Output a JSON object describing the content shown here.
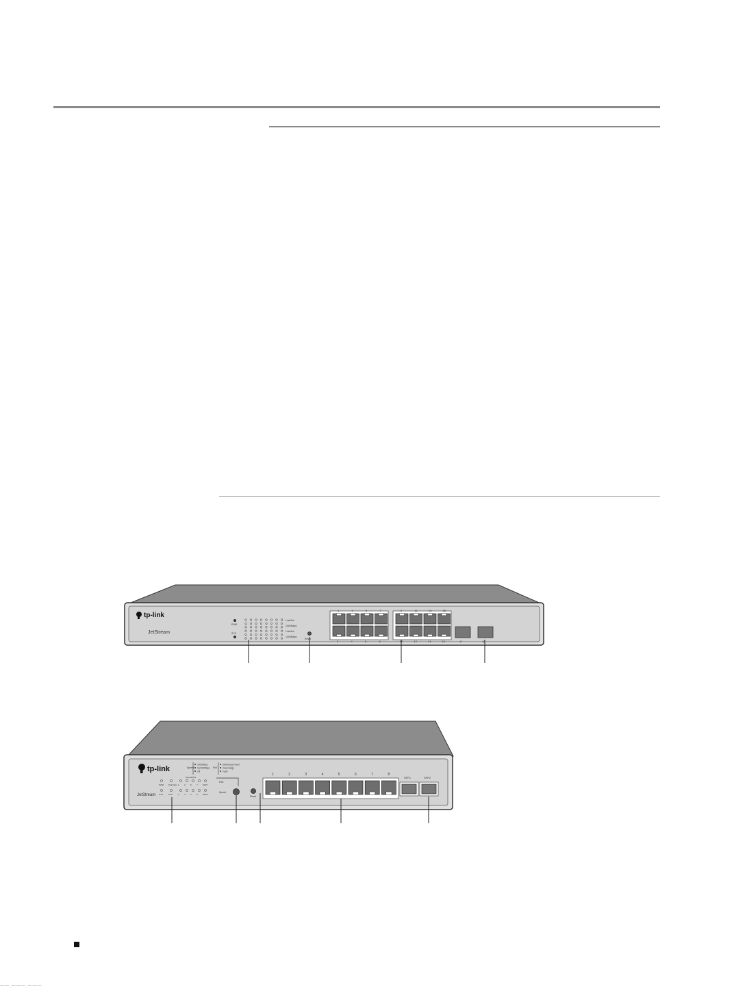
{
  "device1": {
    "brand": "tp-link",
    "sub_brand": "JetStream",
    "led_labels": [
      "PWR",
      "SYS"
    ],
    "legend": [
      "Link/Act",
      "1000Mbps",
      "Link/Act",
      "1000Mbps"
    ],
    "reset_label": "Reset",
    "port_numbers_top": [
      "1",
      "3",
      "5",
      "7",
      "9",
      "11",
      "13",
      "15"
    ],
    "port_numbers_bottom": [
      "2",
      "4",
      "6",
      "8",
      "10",
      "12",
      "14",
      "16"
    ],
    "sfp_numbers": [
      "17",
      "18"
    ]
  },
  "device2": {
    "brand": "tp-link",
    "sub_brand": "JetStream",
    "speed_label": "Speed",
    "speed_legend": [
      "1000Mbps",
      "10/100Mbps",
      "Off"
    ],
    "poe_label": "PoE",
    "poe_legend": [
      "Delivering Power",
      "Overcharge",
      "Fault"
    ],
    "led_top_labels": [
      "PWR",
      "PoE Max",
      "1",
      "3",
      "5",
      "7",
      "SFP1"
    ],
    "led_bottom_labels": [
      "SYS",
      "FAN",
      "2",
      "4",
      "6",
      "8",
      "SFP2"
    ],
    "poe_group_label": "Speed/PoE",
    "switch_labels": [
      "PoE",
      "Speed"
    ],
    "reset_label": "Reset",
    "port_numbers": [
      "1",
      "2",
      "3",
      "4",
      "5",
      "6",
      "7",
      "8"
    ],
    "sfp_labels": [
      "SFP1",
      "SFP2"
    ]
  },
  "footer": {
    "fragment": "—— ——— ———"
  }
}
